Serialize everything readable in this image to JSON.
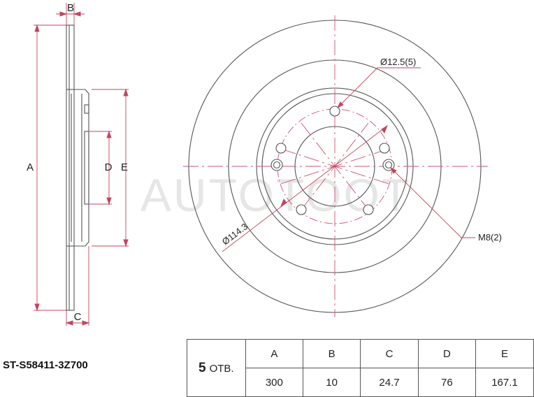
{
  "part_number": "ST-S58411-3Z700",
  "table": {
    "holes_count": "5",
    "holes_unit": "ОТВ.",
    "headers": [
      "A",
      "B",
      "C",
      "D",
      "E"
    ],
    "values": [
      "300",
      "10",
      "24.7",
      "76",
      "167.1"
    ]
  },
  "side_view_labels": {
    "A": "A",
    "B": "B",
    "C": "C",
    "D": "D",
    "E": "E"
  },
  "front_view_labels": {
    "bolt_hole": "Ø12.5(5)",
    "pcd": "Ø114.3",
    "thread": "M8(2)"
  },
  "watermark": "AUTOTOOT",
  "colors": {
    "rotor_stroke": "#555555",
    "dimension_red": "#c2455e",
    "center_line": "#d05070",
    "watermark": "#e4e4e4"
  }
}
